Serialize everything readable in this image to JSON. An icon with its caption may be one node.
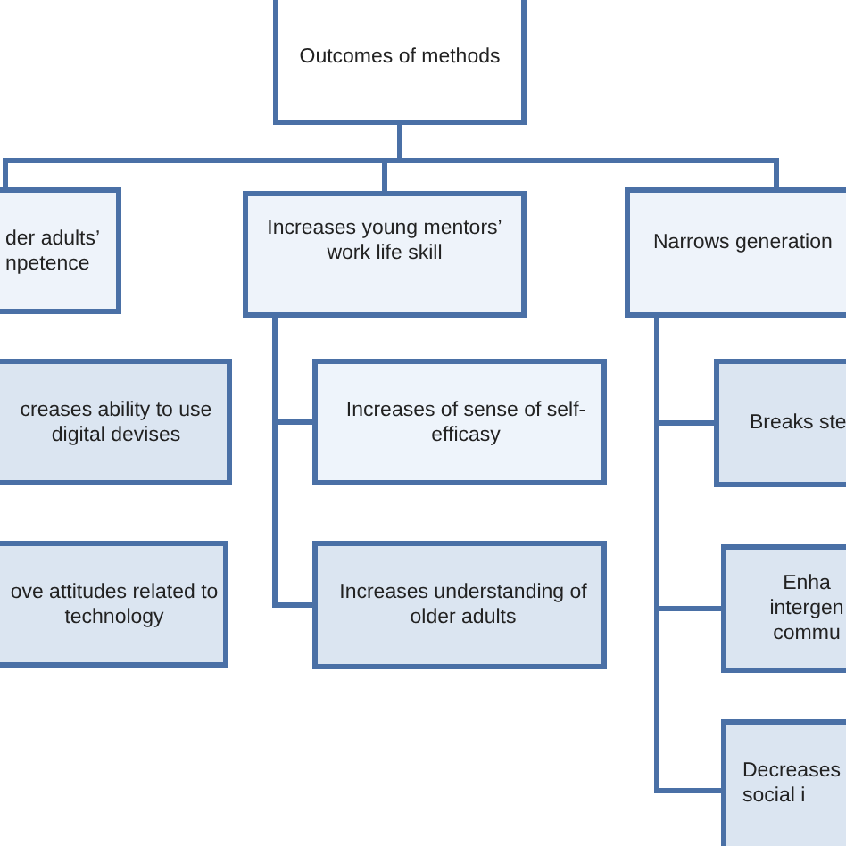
{
  "diagram": {
    "nodes": [
      {
        "text": [
          "Outcomes  of methods"
        ]
      },
      {
        "text": [
          "der adults’ npetence"
        ]
      },
      {
        "text": [
          "Increases young mentors’ work life skill"
        ]
      },
      {
        "text": [
          "Narrows generation"
        ]
      },
      {
        "text": [
          "creases ability to use digital devises"
        ]
      },
      {
        "text": [
          "ove attitudes related to technology"
        ]
      },
      {
        "text": [
          "Increases of sense of self- efficasy"
        ]
      },
      {
        "text": [
          "Increases understanding of older adults"
        ]
      },
      {
        "text": [
          "Breaks ste"
        ]
      },
      {
        "text": [
          "Enha intergen commu"
        ]
      },
      {
        "text": [
          "Decreases social i"
        ]
      }
    ],
    "edges": [
      {
        "from": 0,
        "to": 1,
        "arrow": "none"
      },
      {
        "from": 0,
        "to": 2,
        "arrow": "none"
      },
      {
        "from": 0,
        "to": 3,
        "arrow": "none"
      },
      {
        "from": 2,
        "to": 6,
        "arrow": "none"
      },
      {
        "from": 2,
        "to": 7,
        "arrow": "none"
      },
      {
        "from": 3,
        "to": 8,
        "arrow": "none"
      },
      {
        "from": 3,
        "to": 9,
        "arrow": "none"
      },
      {
        "from": 3,
        "to": 10,
        "arrow": "none"
      }
    ]
  }
}
